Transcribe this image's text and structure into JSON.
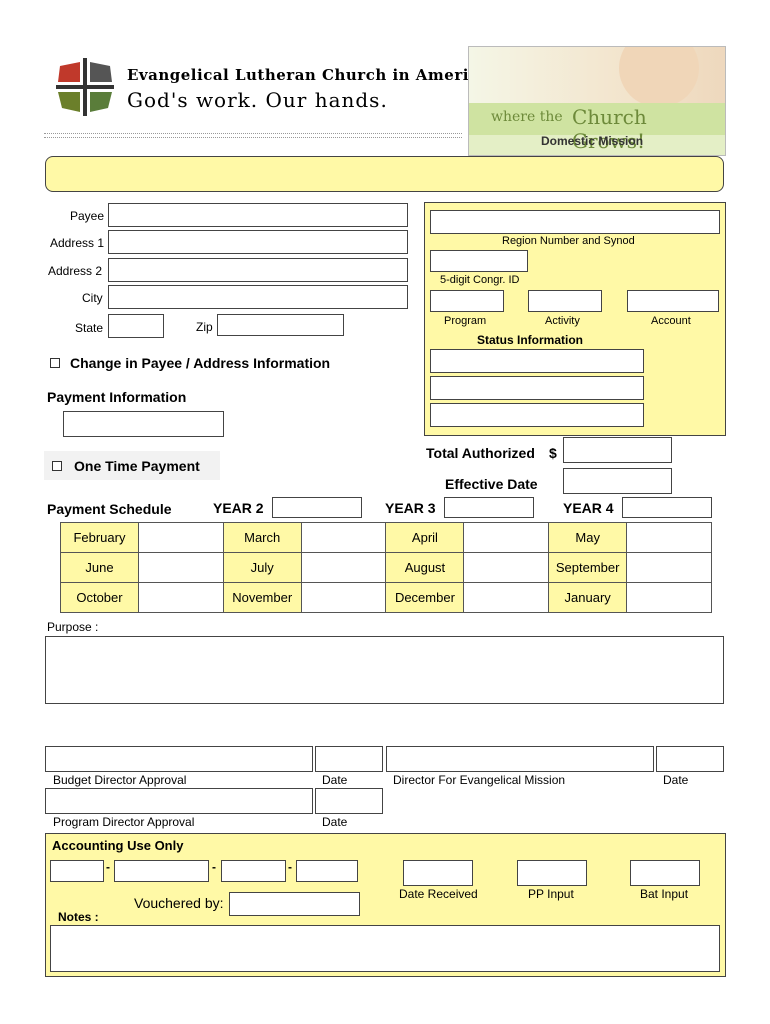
{
  "header": {
    "org_name": "Evangelical Lutheran Church in America",
    "tagline": "God's work. Our hands.",
    "banner_where": "where  the",
    "banner_church": "Church Grows!",
    "banner_subtitle": "Domestic Mission"
  },
  "payee": {
    "payee_label": "Payee",
    "address1_label": "Address 1",
    "address2_label": "Address 2",
    "city_label": "City",
    "state_label": "State",
    "zip_label": "Zip"
  },
  "region": {
    "region_label": "Region  Number and Synod",
    "congr_label": "5-digit Congr. ID",
    "program_label": "Program",
    "activity_label": "Activity",
    "account_label": "Account",
    "status_label": "Status Information"
  },
  "change_label": "Change in Payee / Address Information",
  "payment_info_label": "Payment Information",
  "total_authorized_label": "Total Authorized",
  "dollar_sign": "$",
  "one_time_label": "One Time Payment",
  "effective_date_label": "Effective Date",
  "schedule": {
    "title": "Payment Schedule",
    "year2": "YEAR 2",
    "year3": "YEAR 3",
    "year4": "YEAR 4",
    "months": [
      [
        "February",
        "March",
        "April",
        "May"
      ],
      [
        "June",
        "July",
        "August",
        "September"
      ],
      [
        "October",
        "November",
        "December",
        "January"
      ]
    ]
  },
  "purpose_label": "Purpose :",
  "approvals": {
    "budget_director": "Budget Director Approval",
    "date1": "Date",
    "director_mission": "Director For Evangelical Mission",
    "date2": "Date",
    "program_director": "Program Director Approval",
    "date3": "Date"
  },
  "accounting": {
    "title": "Accounting Use Only",
    "dash": "-",
    "vouchered_by": "Vouchered by:",
    "notes": "Notes :",
    "date_received": "Date Received",
    "pp_input": "PP Input",
    "bat_input": "Bat Input"
  }
}
